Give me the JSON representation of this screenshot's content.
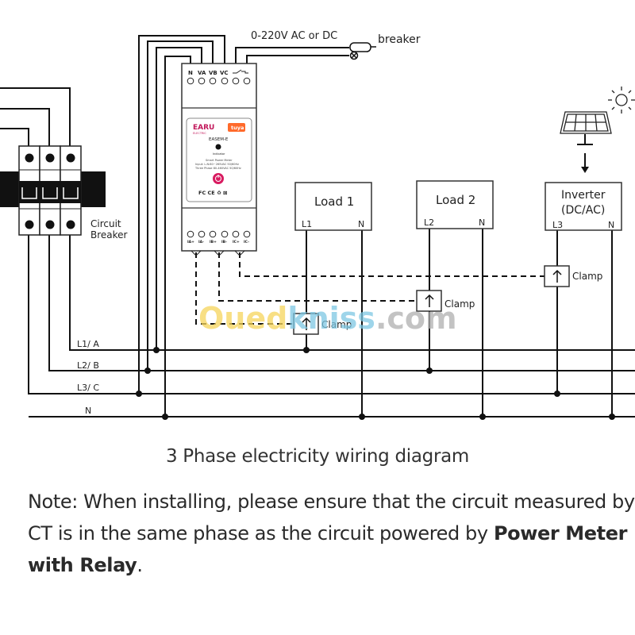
{
  "diagram": {
    "supply_label": "0-220V AC or DC",
    "breaker_label": "breaker",
    "circuit_breaker_label_line1": "Circuit",
    "circuit_breaker_label_line2": "Breaker",
    "meter": {
      "top_terminals": [
        "N",
        "VA",
        "VB",
        "VC"
      ],
      "relay_symbol": "relay-contact",
      "brand": "EARU",
      "brand_sub": "ELECTRIC",
      "badge": "tuya",
      "model": "EASEM-E",
      "indicator_label": "Indicator",
      "spec_lines": [
        "Smart Power Meter",
        "Input: L-N:80~265VAC 50/60Hz",
        "Three Phase 80-460VAC 50/60Hz"
      ],
      "cert_marks": "FC CE ♻ ⊠",
      "bottom_terminals": [
        "IA+",
        "IA-",
        "IB+",
        "IB-",
        "IC+",
        "IC-"
      ],
      "brand_color": "#c2185b",
      "badge_color": "#ff6a2b",
      "button_color": "#d81b60"
    },
    "loads": [
      {
        "title": "Load 1",
        "line": "L1",
        "neutral": "N"
      },
      {
        "title": "Load 2",
        "line": "L2",
        "neutral": "N"
      },
      {
        "title_line1": "Inverter",
        "title_line2": "(DC/AC)",
        "line": "L3",
        "neutral": "N"
      }
    ],
    "clamp_label": "Clamp",
    "bus_labels": [
      "L1/ A",
      "L2/ B",
      "L3/ C",
      "N"
    ],
    "watermark_part1": "Oued",
    "watermark_part2": "kniss",
    "watermark_part3": ".com",
    "watermark_colors": [
      "#f6d55c",
      "#7ec8e3",
      "#b0b0b0"
    ]
  },
  "caption": "3 Phase electricity wiring diagram",
  "note": {
    "prefix": "Note:  When installing, please ensure that the circuit measured by CT is in the same phase as the circuit powered by ",
    "bold": "Power Meter with Relay",
    "suffix": "."
  }
}
